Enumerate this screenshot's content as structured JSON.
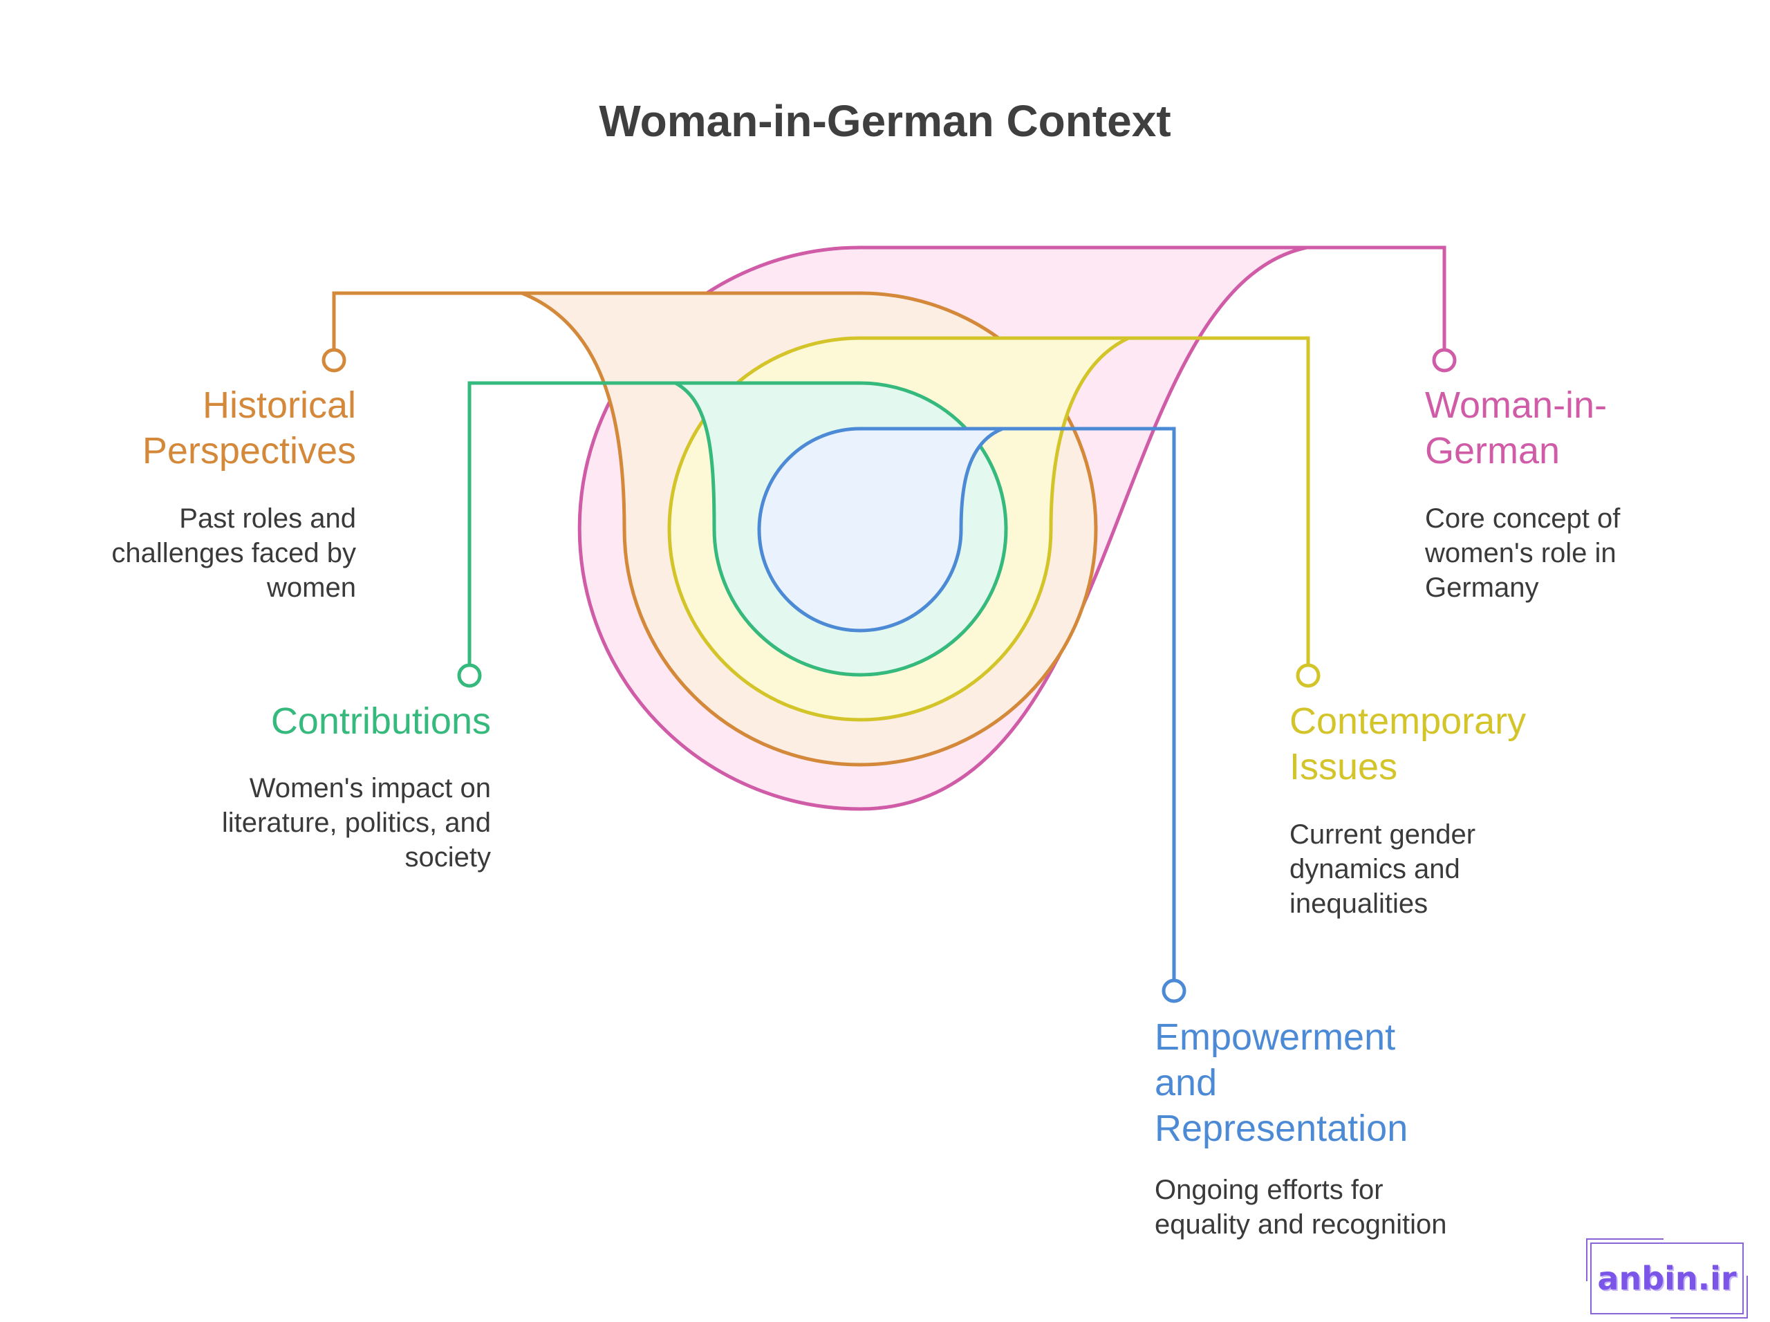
{
  "title": "Woman-in-German Context",
  "colors": {
    "woman": "#d05ba6",
    "historical": "#d4883a",
    "contemporary": "#d3c42a",
    "contributions": "#35b97c",
    "empowerment": "#4d8ad6"
  },
  "items": {
    "historical": {
      "label": [
        "Historical",
        "Perspectives"
      ],
      "desc": [
        "Past roles and",
        "challenges faced by",
        "women"
      ]
    },
    "contributions": {
      "label": [
        "Contributions"
      ],
      "desc": [
        "Women's impact on",
        "literature, politics, and",
        "society"
      ]
    },
    "woman": {
      "label": [
        "Woman-in-",
        "German"
      ],
      "desc": [
        "Core concept of",
        "women's role in",
        "Germany"
      ]
    },
    "contemporary": {
      "label": [
        "Contemporary",
        "Issues"
      ],
      "desc": [
        "Current gender",
        "dynamics and",
        "inequalities"
      ]
    },
    "empowerment": {
      "label": [
        "Empowerment",
        "and",
        "Representation"
      ],
      "desc": [
        "Ongoing efforts for",
        "equality and recognition"
      ]
    }
  },
  "watermark": "anbin.ir"
}
